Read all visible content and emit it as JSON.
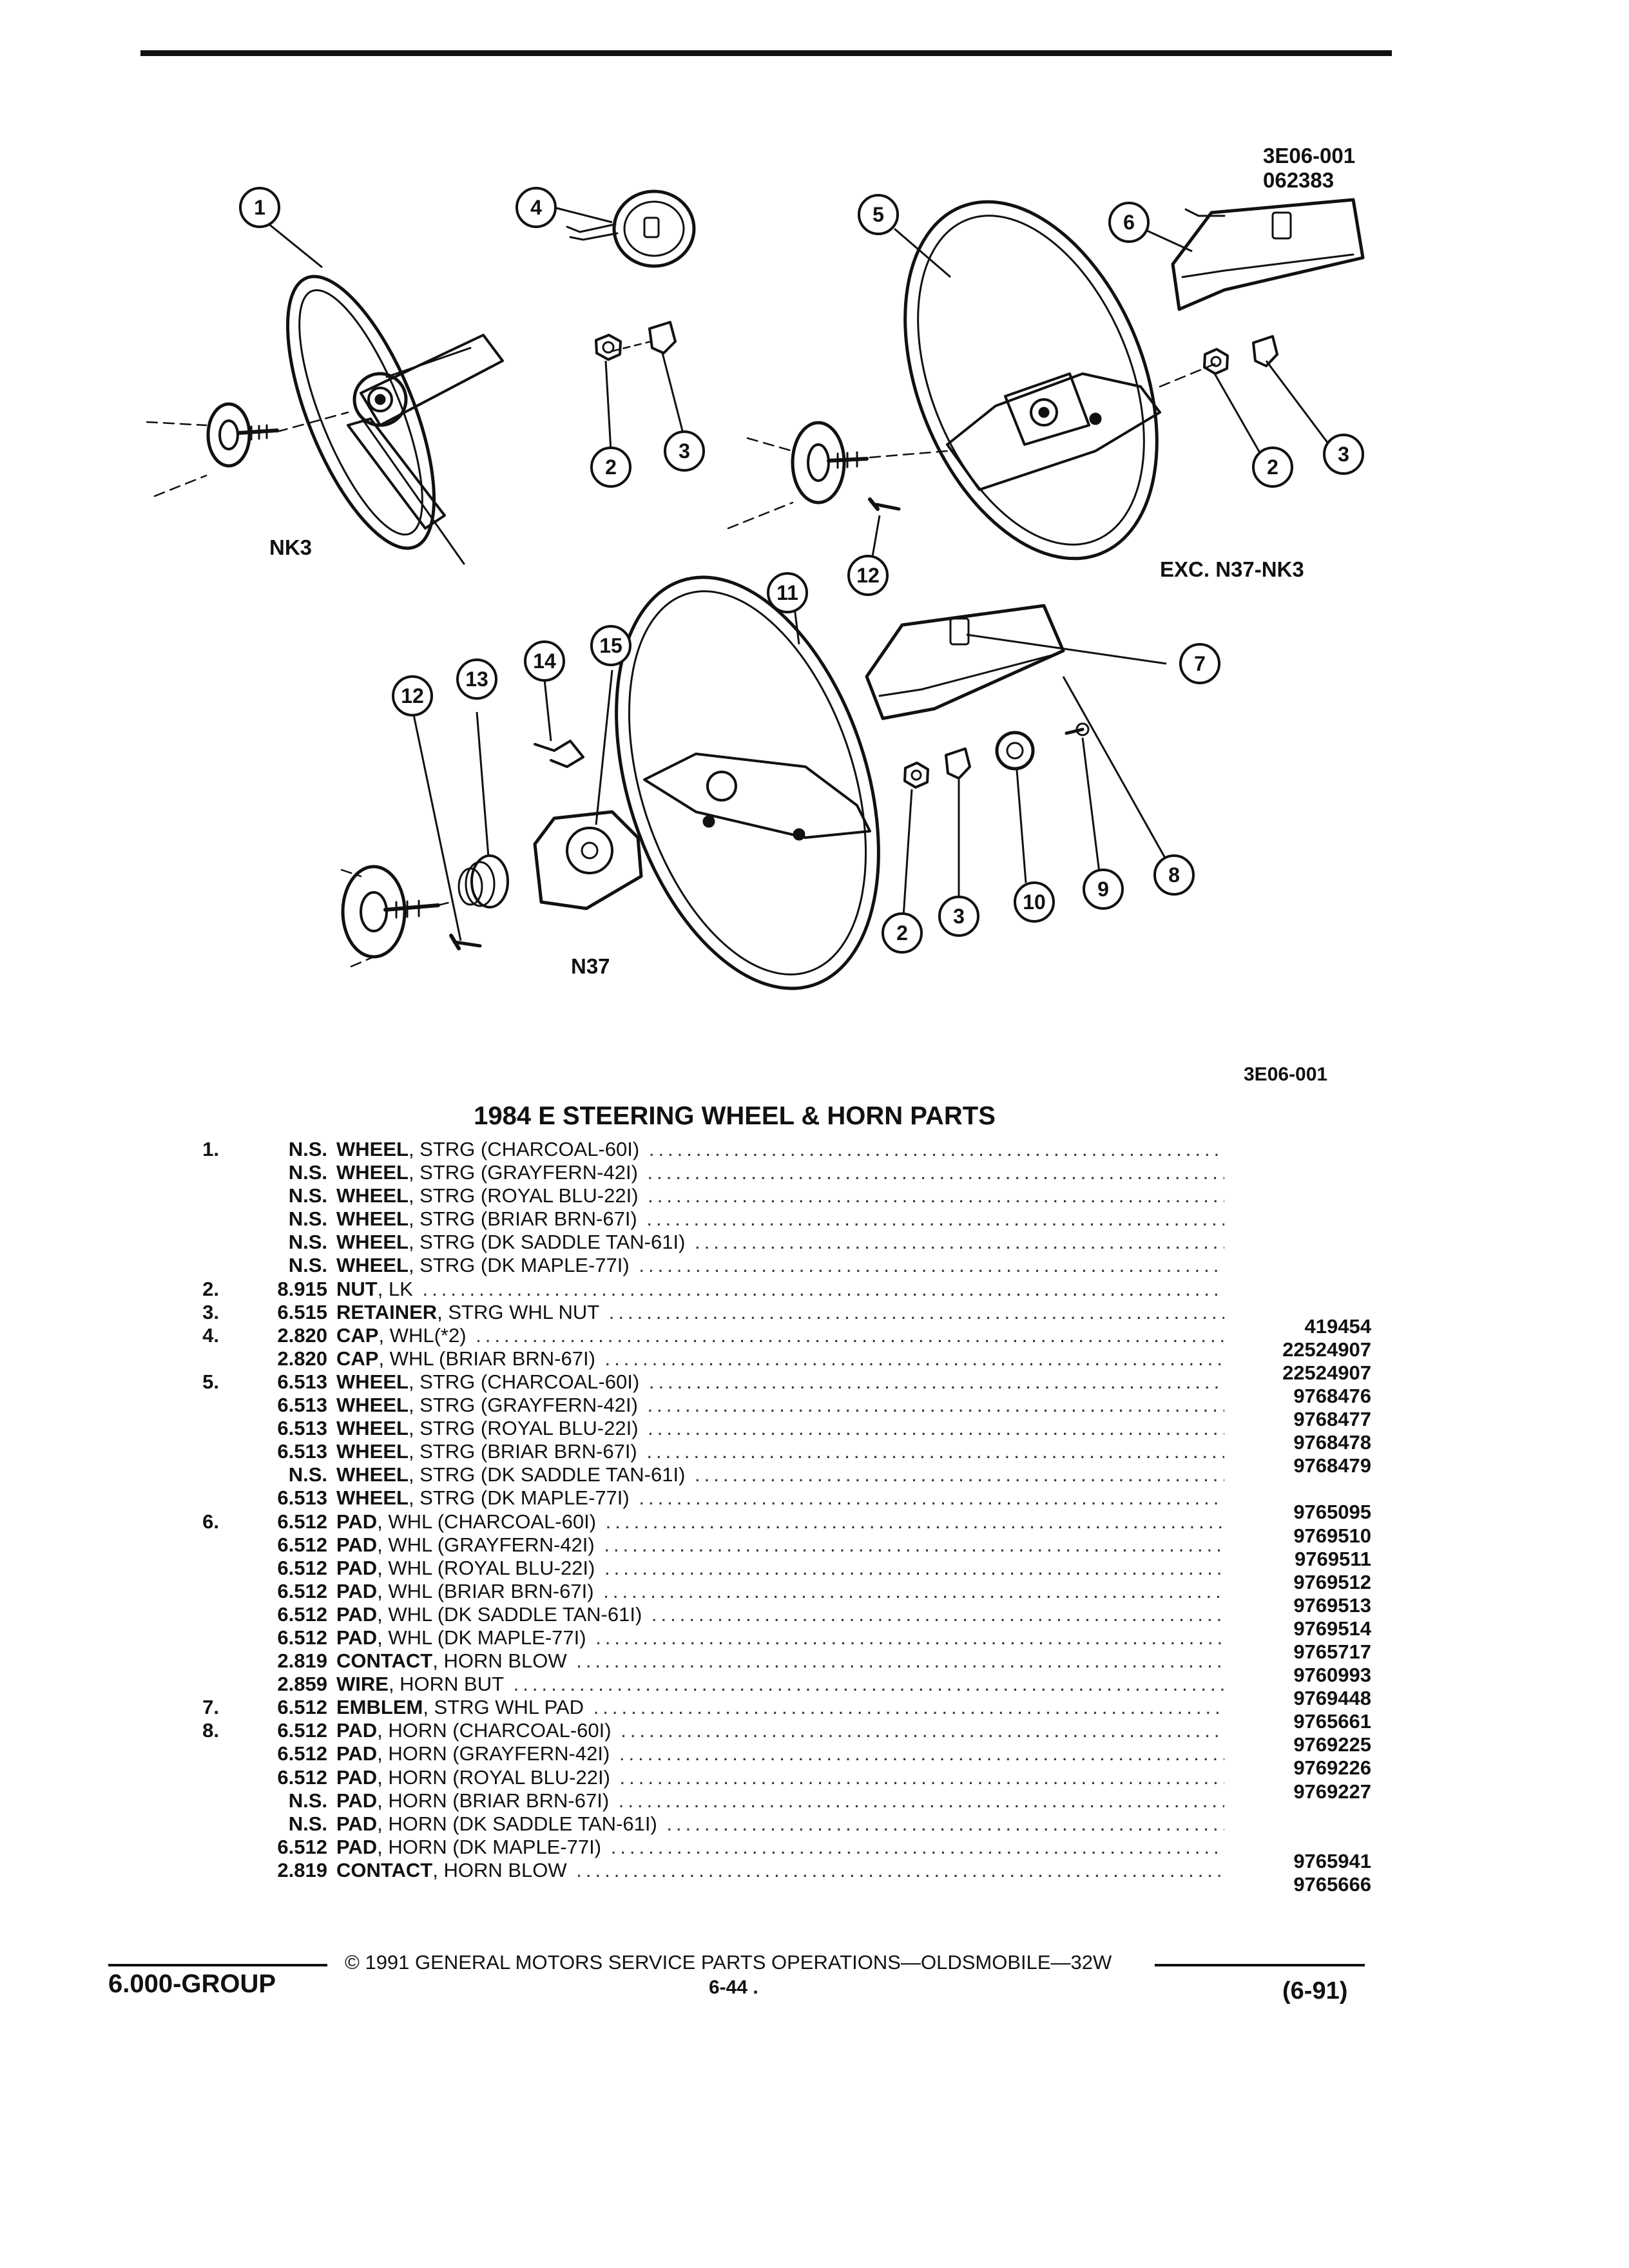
{
  "diagram": {
    "figure_codes": [
      "3E06-001",
      "062383"
    ],
    "view_labels": {
      "nk3": "NK3",
      "exc": "EXC. N37-NK3",
      "n37": "N37"
    },
    "callouts": [
      "1",
      "2",
      "3",
      "4",
      "5",
      "6",
      "7",
      "8",
      "9",
      "10",
      "11",
      "12",
      "13",
      "14",
      "15"
    ],
    "figure_ref": "3E06-001"
  },
  "parts_title": "1984 E STEERING WHEEL & HORN PARTS",
  "parts": [
    {
      "ref": "1.",
      "code": "N.S.",
      "name": "WHEEL",
      "spec": ", STRG (CHARCOAL-60I)",
      "pn": ""
    },
    {
      "ref": "",
      "code": "N.S.",
      "name": "WHEEL",
      "spec": ", STRG (GRAYFERN-42I)",
      "pn": ""
    },
    {
      "ref": "",
      "code": "N.S.",
      "name": "WHEEL",
      "spec": ", STRG (ROYAL BLU-22I)",
      "pn": ""
    },
    {
      "ref": "",
      "code": "N.S.",
      "name": "WHEEL",
      "spec": ", STRG (BRIAR BRN-67I)",
      "pn": ""
    },
    {
      "ref": "",
      "code": "N.S.",
      "name": "WHEEL",
      "spec": ", STRG (DK SADDLE TAN-61I)",
      "pn": ""
    },
    {
      "ref": "",
      "code": "N.S.",
      "name": "WHEEL",
      "spec": ", STRG (DK MAPLE-77I)",
      "pn": ""
    },
    {
      "ref": "2.",
      "code": "8.915",
      "name": "NUT",
      "spec": ", LK",
      "pn": ""
    },
    {
      "ref": "3.",
      "code": "6.515",
      "name": "RETAINER",
      "spec": ", STRG WHL NUT",
      "pn": "419454"
    },
    {
      "ref": "4.",
      "code": "2.820",
      "name": "CAP",
      "spec": ", WHL(*2)",
      "pn": "22524907"
    },
    {
      "ref": "",
      "code": "2.820",
      "name": "CAP",
      "spec": ", WHL (BRIAR BRN-67I)",
      "pn": "22524907"
    },
    {
      "ref": "5.",
      "code": "6.513",
      "name": "WHEEL",
      "spec": ", STRG (CHARCOAL-60I)",
      "pn": "9768476"
    },
    {
      "ref": "",
      "code": "6.513",
      "name": "WHEEL",
      "spec": ", STRG (GRAYFERN-42I)",
      "pn": "9768477"
    },
    {
      "ref": "",
      "code": "6.513",
      "name": "WHEEL",
      "spec": ", STRG (ROYAL BLU-22I)",
      "pn": "9768478"
    },
    {
      "ref": "",
      "code": "6.513",
      "name": "WHEEL",
      "spec": ", STRG (BRIAR BRN-67I)",
      "pn": "9768479"
    },
    {
      "ref": "",
      "code": "N.S.",
      "name": "WHEEL",
      "spec": ", STRG (DK SADDLE TAN-61I)",
      "pn": ""
    },
    {
      "ref": "",
      "code": "6.513",
      "name": "WHEEL",
      "spec": ", STRG (DK MAPLE-77I)",
      "pn": "9765095"
    },
    {
      "ref": "6.",
      "code": "6.512",
      "name": "PAD",
      "spec": ", WHL (CHARCOAL-60I)",
      "pn": "9769510"
    },
    {
      "ref": "",
      "code": "6.512",
      "name": "PAD",
      "spec": ", WHL (GRAYFERN-42I)",
      "pn": "9769511"
    },
    {
      "ref": "",
      "code": "6.512",
      "name": "PAD",
      "spec": ", WHL (ROYAL BLU-22I)",
      "pn": "9769512"
    },
    {
      "ref": "",
      "code": "6.512",
      "name": "PAD",
      "spec": ", WHL (BRIAR BRN-67I)",
      "pn": "9769513"
    },
    {
      "ref": "",
      "code": "6.512",
      "name": "PAD",
      "spec": ", WHL (DK SADDLE TAN-61I)",
      "pn": "9769514"
    },
    {
      "ref": "",
      "code": "6.512",
      "name": "PAD",
      "spec": ", WHL (DK MAPLE-77I)",
      "pn": "9765717"
    },
    {
      "ref": "",
      "code": "2.819",
      "name": "CONTACT",
      "spec": ", HORN BLOW",
      "pn": "9760993"
    },
    {
      "ref": "",
      "code": "2.859",
      "name": "WIRE",
      "spec": ", HORN BUT",
      "pn": "9769448"
    },
    {
      "ref": "7.",
      "code": "6.512",
      "name": "EMBLEM",
      "spec": ", STRG WHL PAD",
      "pn": "9765661"
    },
    {
      "ref": "8.",
      "code": "6.512",
      "name": "PAD",
      "spec": ", HORN (CHARCOAL-60I)",
      "pn": "9769225"
    },
    {
      "ref": "",
      "code": "6.512",
      "name": "PAD",
      "spec": ", HORN (GRAYFERN-42I)",
      "pn": "9769226"
    },
    {
      "ref": "",
      "code": "6.512",
      "name": "PAD",
      "spec": ", HORN (ROYAL BLU-22I)",
      "pn": "9769227"
    },
    {
      "ref": "",
      "code": "N.S.",
      "name": "PAD",
      "spec": ", HORN (BRIAR BRN-67I)",
      "pn": ""
    },
    {
      "ref": "",
      "code": "N.S.",
      "name": "PAD",
      "spec": ", HORN (DK SADDLE TAN-61I)",
      "pn": ""
    },
    {
      "ref": "",
      "code": "6.512",
      "name": "PAD",
      "spec": ", HORN (DK MAPLE-77I)",
      "pn": "9765941"
    },
    {
      "ref": "",
      "code": "2.819",
      "name": "CONTACT",
      "spec": ", HORN BLOW",
      "pn": "9765666"
    }
  ],
  "footer": {
    "copyright": "© 1991 GENERAL MOTORS SERVICE PARTS OPERATIONS—OLDSMOBILE—32W",
    "group": "6.000-GROUP",
    "page": "6-44 .",
    "date": "(6-91)"
  }
}
